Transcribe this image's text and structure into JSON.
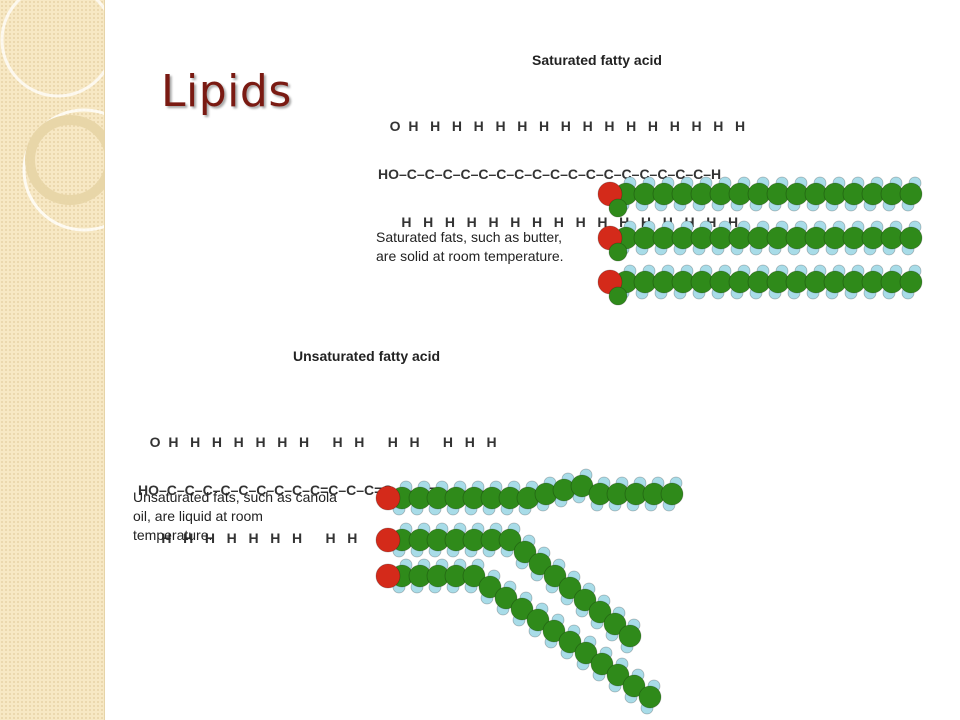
{
  "slide": {
    "title": "Lipids",
    "saturated": {
      "heading": "Saturated fatty acid",
      "formula_top": "   O  H   H   H   H   H   H   H   H   H   H   H   H   H   H   H   H",
      "formula_mid": "HO–C–C–C–C–C–C–C–C–C–C–C–C–C–C–C–C–C–H",
      "formula_bot": "      H   H   H   H   H   H   H   H   H   H   H   H   H   H   H   H",
      "caption": "Saturated fats, such as butter, are solid at room temperature."
    },
    "unsaturated": {
      "heading": "Unsaturated fatty acid",
      "formula_top": "   O  H   H   H   H   H   H   H      H   H      H   H      H   H   H",
      "formula_mid": "HO–C–C–C–C–C–C–C–C–C=C–C–C=C–C–C=C–C–C–H",
      "formula_bot": "      H   H   H   H   H   H   H      H   H      H   H      H   H",
      "caption": "Unsaturated fats, such as canola oil, are liquid at room temperature."
    }
  },
  "colors": {
    "carbon": "#2f8a1a",
    "carbon_highlight": "#6cc24a",
    "hydrogen": "#a8dce8",
    "oxygen": "#d42a1a",
    "title": "#7a1a12"
  }
}
